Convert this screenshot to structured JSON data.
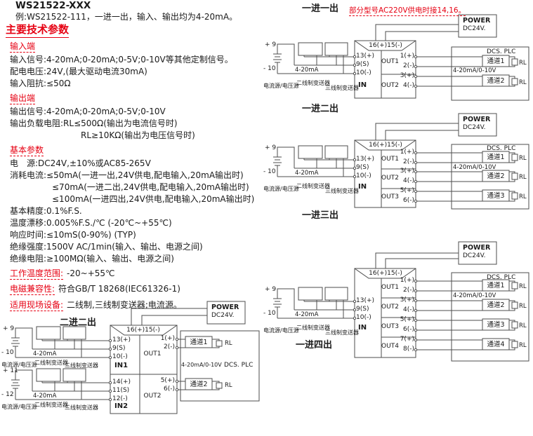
{
  "colors": {
    "accent_red": "#e60012",
    "line_gray": "#4d4d4d"
  },
  "header": {
    "model": "WS21522-XXX",
    "example": "例:WS21522-111，一进一出，输入、输出均为4-20mA。",
    "main_title": "主要技术参数"
  },
  "specs": {
    "input_heading": "输入端",
    "input_lines": [
      "输入信号:4-20mA;0-20mA;0-5V;0-10V等其他定制信号。",
      "配电电压:24V,(最大驱动电流30mA)",
      "输入阻抗:≤50Ω"
    ],
    "output_heading": "输出端",
    "output_lines": [
      "输出信号:4-20mA;0-20mA;0-5V;0-10V",
      "输出负载电阻:RL≤500Ω(输出为电流信号时)",
      "RL≥10KΩ(输出为电压信号时)"
    ],
    "basic_heading": "基本参数",
    "basic_lines": [
      "电　源:DC24V,±10%或AC85-265V",
      "消耗电流:≤50mA(一进一出,24V供电,配电输入,20mA输出时)",
      "≤70mA(一进二出,24V供电,配电输入,20mA输出时)",
      "≤100mA(一进四出,24V供电,配电输入,20mA输出时)",
      "基本精度:0.1%F.S.",
      "温度漂移:0.005%F.S./℃ (-20℃~+55℃)",
      "响应时间:≤10mS(0-90%) (TYP)",
      "绝缘强度:1500V AC/1min(输入、输出、电源之间)",
      "绝缘电阻:≥100MΩ(输入、输出、电源之间)"
    ],
    "temp_label": "工作温度范围:",
    "temp_value": "-20~+55℃",
    "emc_label": "电磁兼容性:",
    "emc_value": "符合GB/T 18268(IEC61326-1)",
    "field_label": "适用现场设备:",
    "field_value": "二线制,三线制变送器;电流源。"
  },
  "common": {
    "power_line1": "POWER",
    "power_line2": "DC24V.",
    "dcs": "DCS. PLC",
    "range": "4-20mA/0-10V",
    "rl": "RL",
    "top_pins": "16(+)15(-)",
    "in_label": "IN",
    "src_current": "电流源/电压源",
    "src_two_wire": "二线制变送器",
    "src_three_wire": "三线制变送器",
    "src_ma": "4-20mA",
    "pin_p9": "+ 9",
    "pin_m10": "- 10",
    "pin_p11": "+ 11",
    "pin_m12": "- 12"
  },
  "diagram1": {
    "title": "一进一出",
    "note": "部分型号AC220V供电时接14,16。",
    "left_pins": [
      "13(+)",
      "9(S)",
      "10(-)"
    ],
    "out_labels": [
      "OUT1",
      "OUT2"
    ],
    "right_pins": [
      "1(+)",
      "2(-)",
      "3(+)",
      "4(-)"
    ],
    "channels": [
      "通道1",
      "通道2"
    ]
  },
  "diagram2": {
    "title": "一进二出",
    "left_pins": [
      "13(+)",
      "9(S)",
      "10(-)"
    ],
    "out_labels": [
      "OUT1",
      "OUT2",
      "OUT3"
    ],
    "right_pins": [
      "1(+)",
      "2(-)",
      "3(+)",
      "4(-)",
      "5(+)",
      "6(-)"
    ],
    "channels": [
      "通道1",
      "通道2",
      "通道3"
    ]
  },
  "diagram3": {
    "title": "一进三出",
    "corner_label": "一进四出",
    "left_pins": [
      "13(+)",
      "9(S)",
      "10(-)"
    ],
    "out_labels": [
      "OUT1",
      "OUT2",
      "OUT3",
      "OUT4"
    ],
    "right_pins": [
      "1(+)",
      "2(-)",
      "3(+)",
      "4(-)",
      "5(+)",
      "6(-)",
      "7(+)",
      "8(-)"
    ],
    "channels": [
      "通道1",
      "通道2",
      "通道3",
      "通道4"
    ]
  },
  "diagram4": {
    "title": "二进二出",
    "in1": "IN1",
    "in2": "IN2",
    "left_pins_1": [
      "13(+)",
      "9(S)",
      "10(-)"
    ],
    "left_pins_2": [
      "14(+)",
      "11(S)",
      "12(-)"
    ],
    "out_labels": [
      "OUT1",
      "OUT2"
    ],
    "right_pins": [
      "1(+)",
      "2(-)",
      "5(+)",
      "6(-)"
    ],
    "channels": [
      "通道1",
      "通道2"
    ]
  }
}
